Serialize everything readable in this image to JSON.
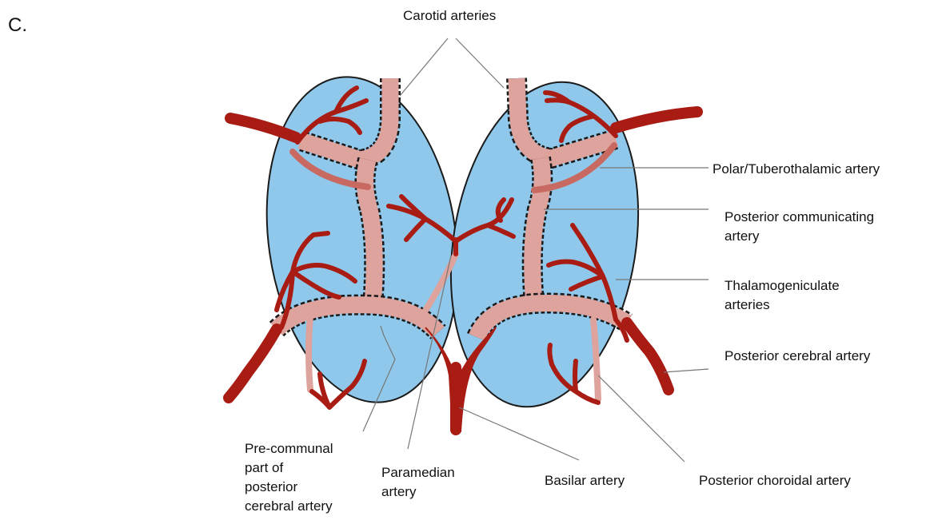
{
  "panel_letter": "C.",
  "colors": {
    "thalamus_fill": "#8fc8ea",
    "thalamus_stroke": "#1a1a1a",
    "artery_dark": "#a81c14",
    "artery_pale": "#dea39c",
    "artery_medium": "#c86a62",
    "leader_line": "#777777"
  },
  "labels": {
    "carotid": "Carotid arteries",
    "polar": "Polar/Tuberothalamic artery",
    "pcom": "Posterior communicating\nartery",
    "thalamogeniculate": "Thalamogeniculate\narteries",
    "pca": "Posterior cerebral artery",
    "precommunal": "Pre-communal\npart of\nposterior\ncerebral artery",
    "paramedian": "Paramedian\nartery",
    "basilar": "Basilar artery",
    "choroidal": "Posterior choroidal artery"
  }
}
